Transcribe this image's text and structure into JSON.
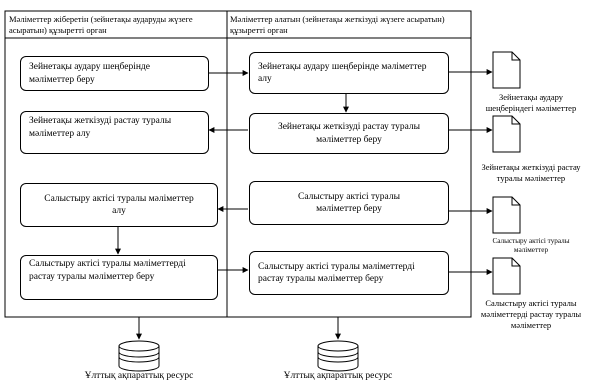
{
  "lanes": {
    "left_title": [
      "Мәліметтер жіберетін (зейнетақы аударуды жүзеге",
      "асыратын) құзыретті орган"
    ],
    "right_title": [
      "Мәліметтер алатын (зейнетақы жеткізуді жүзеге асыратын)",
      "құзыретті орган"
    ]
  },
  "left_boxes": [
    [
      "Зейнетақы аудару шеңберінде",
      "мәліметтер беру"
    ],
    [
      "Зейнетақы жеткізуді растау туралы",
      "мәліметтер алу"
    ],
    [
      "Салыстыру актісі туралы мәліметтер",
      "алу"
    ],
    [
      "Салыстыру актісі туралы мәліметтерді",
      "растау туралы мәліметтер беру"
    ]
  ],
  "right_boxes": [
    [
      "Зейнетақы аудару шеңберінде мәліметтер",
      "алу"
    ],
    [
      "Зейнетақы жеткізуді растау туралы",
      "мәліметтер беру"
    ],
    [
      "Салыстыру актісі туралы",
      "мәліметтер беру"
    ],
    [
      "Салыстыру актісі туралы мәліметтерді",
      "растау туралы мәліметтер беру"
    ]
  ],
  "documents": [
    [
      "Зейнетақы аудару",
      "шеңберіндегі мәліметтер"
    ],
    [
      "Зейнетақы жеткізуді растау",
      "туралы мәліметтер"
    ],
    [
      "Салыстыру актісі туралы",
      "мәліметтер"
    ],
    [
      "Салыстыру актісі туралы",
      "мәліметтерді растау туралы",
      "мәліметтер"
    ]
  ],
  "resources": {
    "left": "Ұлттық ақпараттық ресурс",
    "right": "Ұлттық ақпараттық ресурс"
  }
}
